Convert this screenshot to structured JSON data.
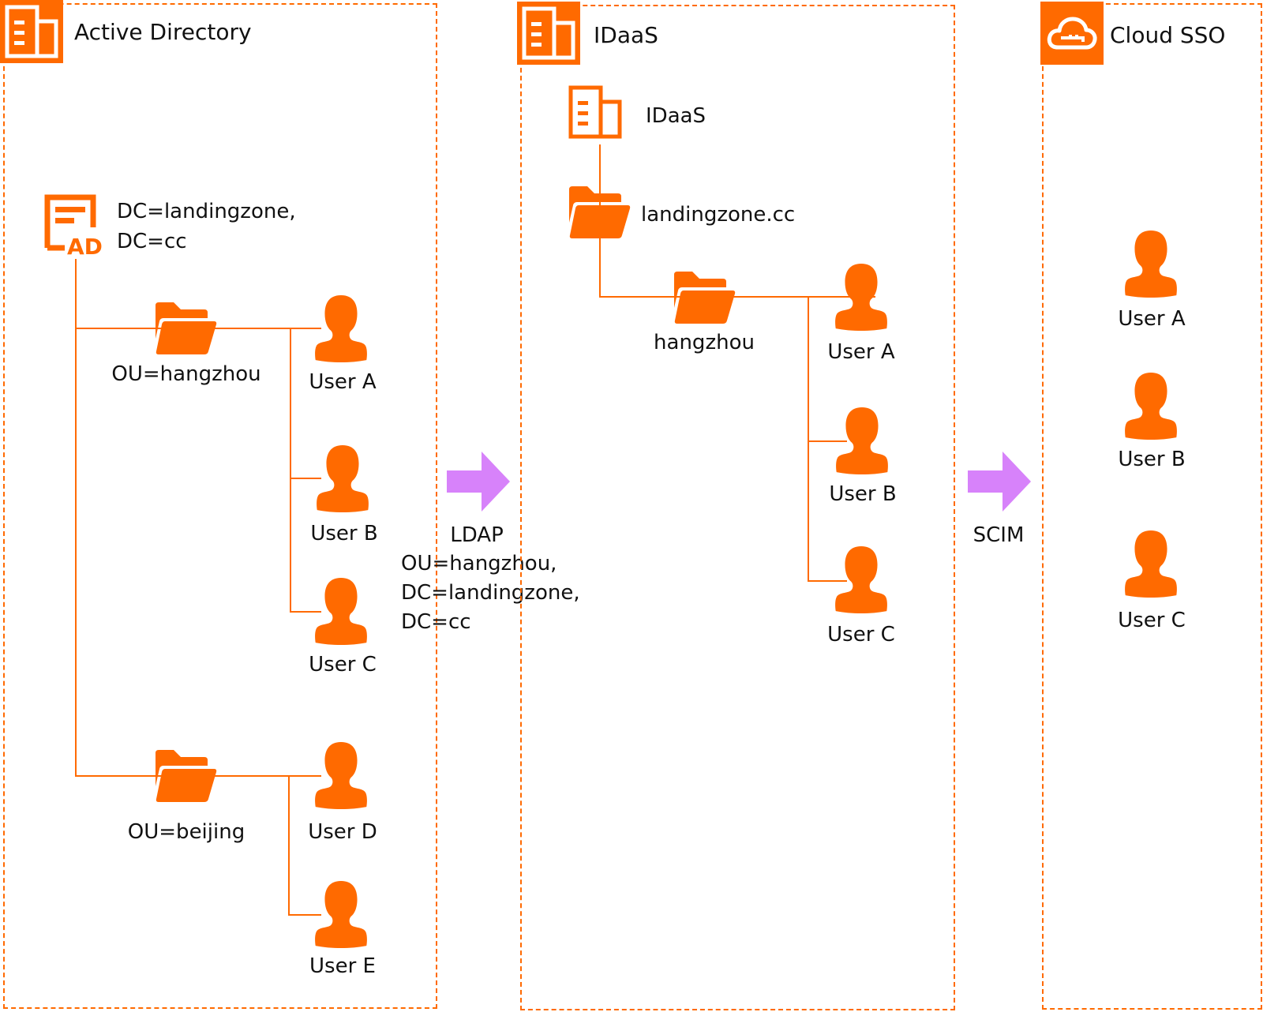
{
  "colors": {
    "accent": "#ff6a00",
    "arrow": "#d782fa",
    "text": "#111111"
  },
  "panels": {
    "active_directory": {
      "title": "Active Directory",
      "header_icon": "directory-building-icon",
      "root": {
        "icon": "ad-icon",
        "label_line1": "DC=landingzone,",
        "label_line2": "DC=cc"
      },
      "ous": [
        {
          "label": "OU=hangzhou",
          "users": [
            "User A",
            "User B",
            "User C"
          ]
        },
        {
          "label": "OU=beijing",
          "users": [
            "User D",
            "User E"
          ]
        }
      ]
    },
    "idaas": {
      "title": "IDaaS",
      "header_icon": "directory-building-icon",
      "instance": {
        "icon": "directory-building-icon",
        "label": "IDaaS"
      },
      "domain": {
        "icon": "folder-icon",
        "label": "landingzone.cc"
      },
      "ou": {
        "label": "hangzhou",
        "users": [
          "User A",
          "User B",
          "User C"
        ]
      }
    },
    "cloud_sso": {
      "title": "Cloud SSO",
      "header_icon": "cloud-key-icon",
      "users": [
        "User A",
        "User B",
        "User C"
      ]
    }
  },
  "connectors": {
    "ldap": {
      "label": "LDAP",
      "detail": "OU=hangzhou,\nDC=landingzone,\nDC=cc"
    },
    "scim": {
      "label": "SCIM"
    }
  }
}
